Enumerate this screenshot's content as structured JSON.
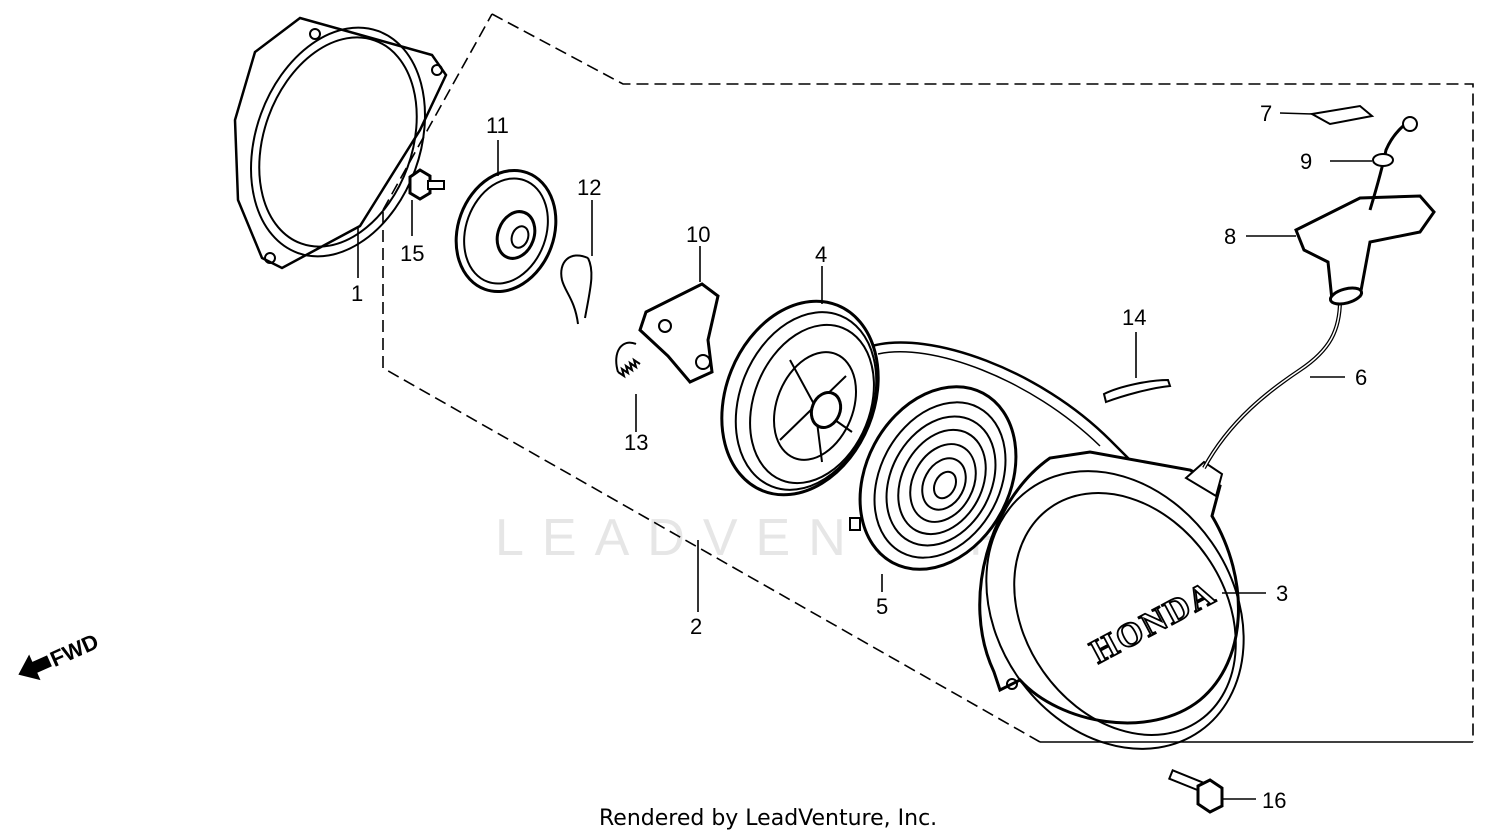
{
  "watermark": "LEADVENTURE",
  "footer": "Rendered by LeadVenture, Inc.",
  "direction": {
    "label": "FWD"
  },
  "cover_logo": "HONDA",
  "callouts": {
    "p1": "1",
    "p2": "2",
    "p3": "3",
    "p4": "4",
    "p5": "5",
    "p6": "6",
    "p7": "7",
    "p8": "8",
    "p9": "9",
    "p10": "10",
    "p11": "11",
    "p12": "12",
    "p13": "13",
    "p14": "14",
    "p15": "15",
    "p16": "16"
  }
}
